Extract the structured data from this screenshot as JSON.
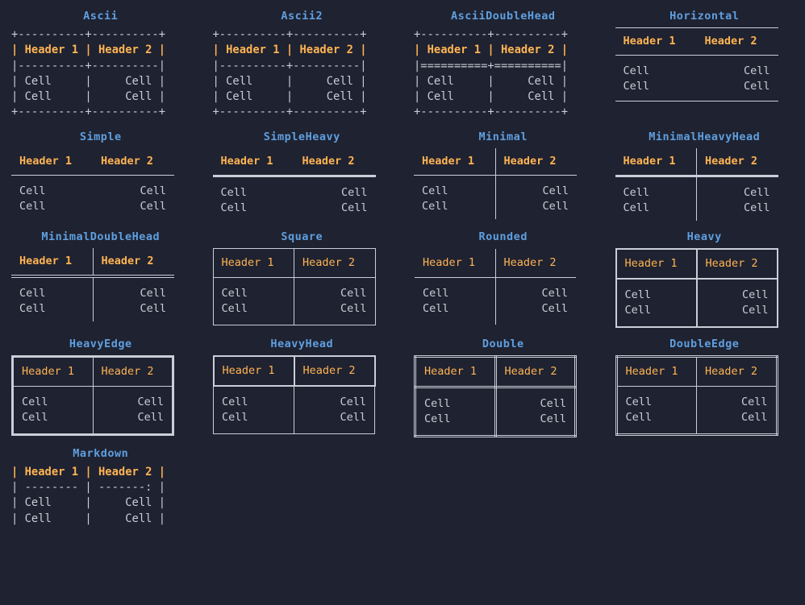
{
  "theme": {
    "background": "#1f2230",
    "title_color": "#5f9fe0",
    "header_color": "#ffb454",
    "cell_color": "#c8cdd6",
    "border_color": "#c9ced8"
  },
  "labels": {
    "header1": "Header 1",
    "header2": "Header 2",
    "cell": "Cell"
  },
  "boxes": [
    {
      "name": "Ascii",
      "art": [
        "+----------+----------+",
        "| Header 1 | Header 2 |",
        "|----------+----------|",
        "| Cell     |     Cell |",
        "| Cell     |     Cell |",
        "+----------+----------+"
      ]
    },
    {
      "name": "Ascii2",
      "art": [
        "+----------+----------+",
        "| Header 1 | Header 2 |",
        "|----------+----------|",
        "| Cell     |     Cell |",
        "| Cell     |     Cell |",
        "+----------+----------+"
      ]
    },
    {
      "name": "AsciiDoubleHead",
      "art": [
        "+----------+----------+",
        "| Header 1 | Header 2 |",
        "|==========+==========|",
        "| Cell     |     Cell |",
        "| Cell     |     Cell |",
        "+----------+----------+"
      ]
    },
    {
      "name": "Horizontal"
    },
    {
      "name": "Simple"
    },
    {
      "name": "SimpleHeavy"
    },
    {
      "name": "Minimal"
    },
    {
      "name": "MinimalHeavyHead"
    },
    {
      "name": "MinimalDoubleHead"
    },
    {
      "name": "Square"
    },
    {
      "name": "Rounded"
    },
    {
      "name": "Heavy"
    },
    {
      "name": "HeavyEdge"
    },
    {
      "name": "HeavyHead"
    },
    {
      "name": "Double"
    },
    {
      "name": "DoubleEdge"
    },
    {
      "name": "Markdown",
      "art": [
        "| Header 1 | Header 2 |",
        "| -------- | -------: |",
        "| Cell     |     Cell |",
        "| Cell     |     Cell |"
      ]
    }
  ]
}
